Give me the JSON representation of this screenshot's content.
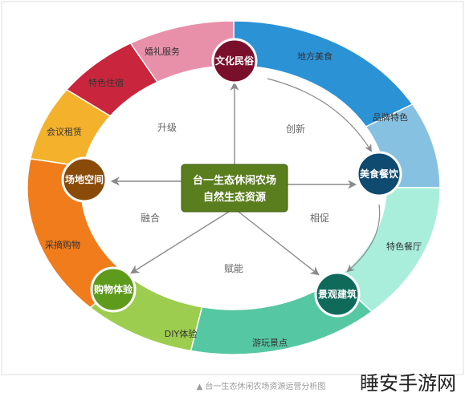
{
  "center": {
    "line1": "台一生态休闲农场",
    "line2": "自然生态资源",
    "color": "#5a7d1e"
  },
  "nodes": [
    {
      "label": "文化民俗",
      "color": "#7a0f2c"
    },
    {
      "label": "美食餐饮",
      "color": "#0f4a70"
    },
    {
      "label": "景观建筑",
      "color": "#0f6a5a"
    },
    {
      "label": "购物体验",
      "color": "#5e9a1c"
    },
    {
      "label": "场地空间",
      "color": "#8a4a08"
    }
  ],
  "spokes": [
    "升级",
    "创新",
    "相促",
    "赋能",
    "融合"
  ],
  "ring": [
    {
      "label": "地方美食",
      "color": "#2b92d6"
    },
    {
      "label": "品牌特色",
      "color": "#86c1e2"
    },
    {
      "label": "特色餐厅",
      "color": "#a9eddb"
    },
    {
      "label": "游玩景点",
      "color": "#56c7a3"
    },
    {
      "label": "DIY体验",
      "color": "#9ccd4e"
    },
    {
      "label": "采摘购物",
      "color": "#f07c1c"
    },
    {
      "label": "会议租赁",
      "color": "#f4b12b"
    },
    {
      "label": "特色住宿",
      "color": "#c9263d"
    },
    {
      "label": "婚礼服务",
      "color": "#e890aa"
    }
  ],
  "caption": "▲ 台一生态休闲农场资源运营分析图",
  "watermark": "睡安手游网"
}
